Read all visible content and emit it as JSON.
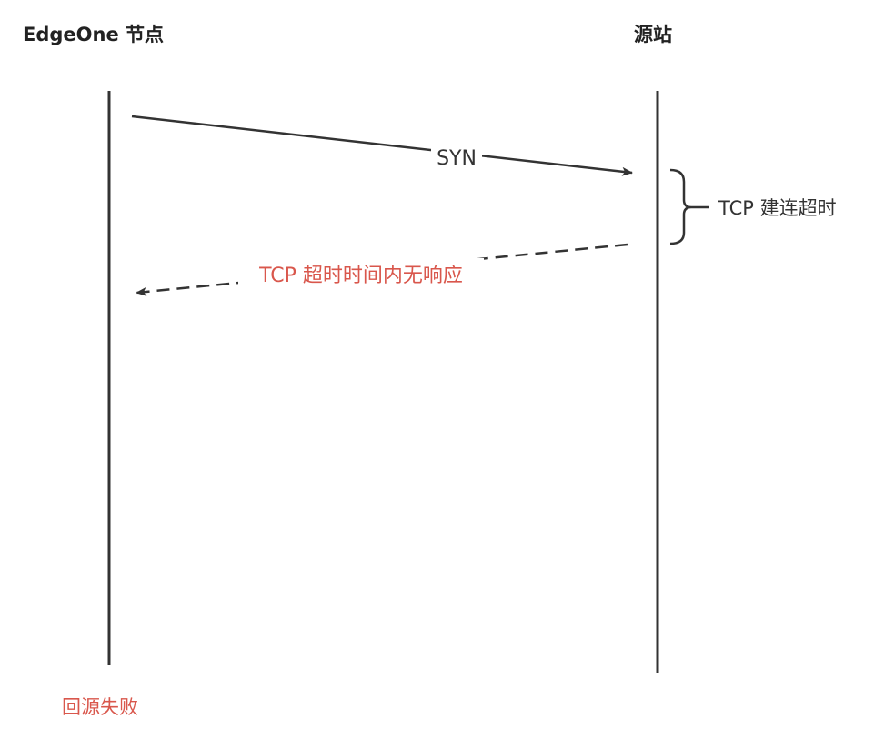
{
  "participants": {
    "left": "EdgeOne 节点",
    "right": "源站"
  },
  "messages": {
    "syn": "SYN",
    "timeout_no_response": "TCP 超时时间内无响应"
  },
  "annotations": {
    "tcp_connect_timeout": "TCP 建连超时",
    "result": "回源失败"
  },
  "colors": {
    "line": "#333333",
    "error": "#d9574c"
  }
}
